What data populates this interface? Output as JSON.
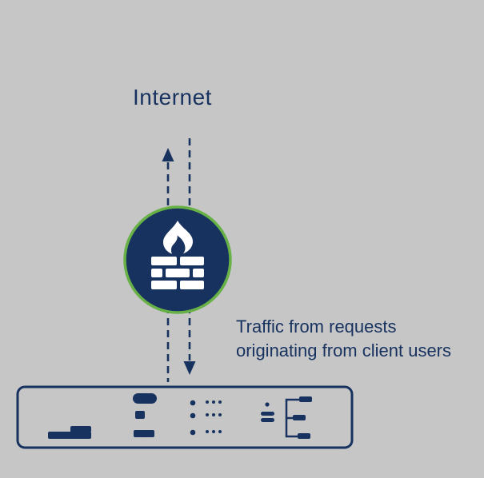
{
  "colors": {
    "bg": "#c6c6c6",
    "navy": "#17325f",
    "green": "#67b146",
    "white": "#ffffff"
  },
  "labels": {
    "internet": "Internet"
  },
  "annotation": {
    "line1": "Traffic from requests",
    "line2": "originating from client users"
  },
  "icons": {
    "firewall": "firewall-icon (flame over brick wall in green-ringed navy circle)",
    "arrow_up": "dashed-arrow-up-icon",
    "arrow_down": "dashed-arrow-down-icon",
    "appliance": "network-appliance-front-panel"
  }
}
